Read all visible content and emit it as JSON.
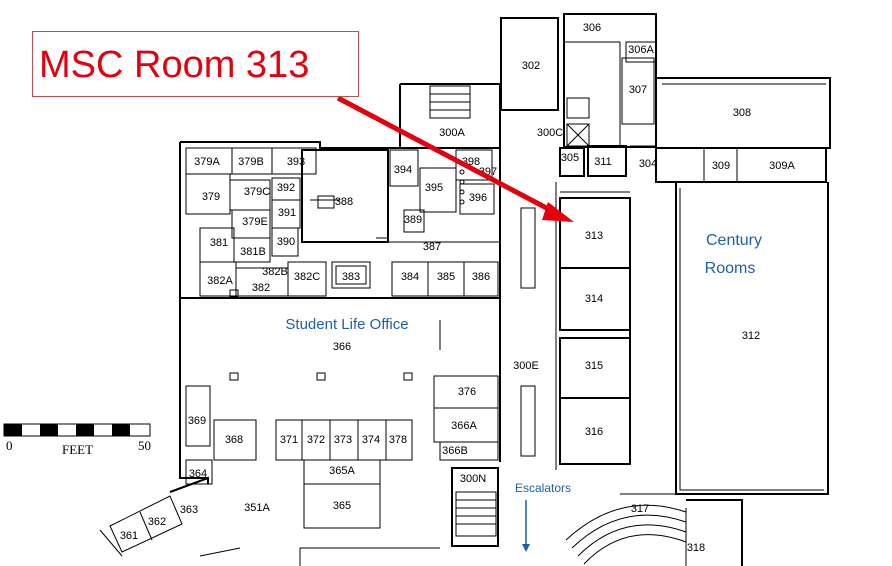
{
  "callout": {
    "text": "MSC Room 313",
    "color": "#e3000f",
    "border_color": "#c0504d"
  },
  "labels": {
    "century_line1": "Century",
    "century_line2": "Rooms",
    "student_life": "Student Life Office",
    "escalators": "Escalators",
    "label_color": "#1f5fa8"
  },
  "scale_bar": {
    "start": "0",
    "unit": "FEET",
    "end": "50"
  },
  "arrow": {
    "color": "#e3000f"
  },
  "rooms": {
    "r302": "302",
    "r306": "306",
    "r306a": "306A",
    "r307": "307",
    "r308": "308",
    "r300a": "300A",
    "r300c": "300C",
    "r305": "305",
    "r311": "311",
    "r304": "304",
    "r309": "309",
    "r309a": "309A",
    "r379a": "379A",
    "r379b": "379B",
    "r393": "393",
    "r394": "394",
    "r398": "398",
    "r397": "397",
    "r379": "379",
    "r379c": "379C",
    "r392": "392",
    "r388": "388",
    "r395": "395",
    "r396": "396",
    "r391": "391",
    "r379e": "379E",
    "r389": "389",
    "r381": "381",
    "r390": "390",
    "r381b": "381B",
    "r387": "387",
    "r313": "313",
    "r382b": "382B",
    "r382a": "382A",
    "r382": "382",
    "r382c": "382C",
    "r383": "383",
    "r384": "384",
    "r385": "385",
    "r386": "386",
    "r314": "314",
    "r312": "312",
    "r366": "366",
    "r300e": "300E",
    "r315": "315",
    "r376": "376",
    "r369": "369",
    "r366a": "366A",
    "r316": "316",
    "r368": "368",
    "r371": "371",
    "r372": "372",
    "r373": "373",
    "r374": "374",
    "r378": "378",
    "r366b": "366B",
    "r365a": "365A",
    "r364": "364",
    "r300n": "300N",
    "r365": "365",
    "r363": "363",
    "r351a": "351A",
    "r362": "362",
    "r361": "361",
    "r317": "317",
    "r318": "318"
  }
}
